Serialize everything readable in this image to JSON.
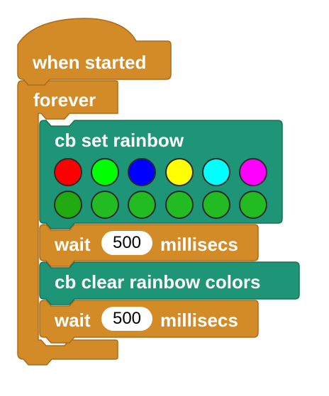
{
  "script": {
    "hat": {
      "label": "when started"
    },
    "forever": {
      "label": "forever"
    },
    "set_rainbow": {
      "label": "cb set rainbow",
      "top_row_colors": [
        "#ff0000",
        "#00ff00",
        "#0000ff",
        "#ffff00",
        "#00ffff",
        "#ff00ff"
      ],
      "bottom_row_colors": [
        "#22aa11",
        "#22bb22",
        "#22bb22",
        "#22bb22",
        "#22bb22",
        "#22bb22"
      ]
    },
    "wait1": {
      "prefix": "wait",
      "value": "500",
      "suffix": "millisecs"
    },
    "clear_rainbow": {
      "label": "cb clear rainbow colors"
    },
    "wait2": {
      "prefix": "wait",
      "value": "500",
      "suffix": "millisecs"
    }
  },
  "colors": {
    "control": "#d28b27",
    "control_border": "#a86d1c",
    "extension": "#1f9577",
    "extension_border": "#167058",
    "text": "#ffffff"
  }
}
